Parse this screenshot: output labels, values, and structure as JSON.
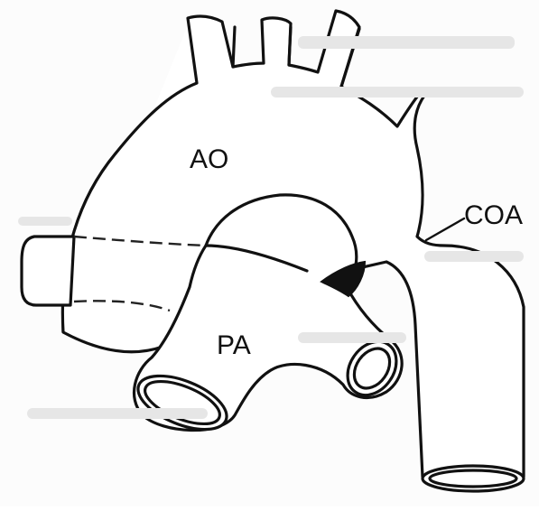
{
  "labels": {
    "aorta": "AO",
    "pulmonary_artery": "PA",
    "coarctation": "COA"
  },
  "colors": {
    "line": "#111111",
    "background": "#ffffff",
    "ductus_fill": "#111111"
  }
}
